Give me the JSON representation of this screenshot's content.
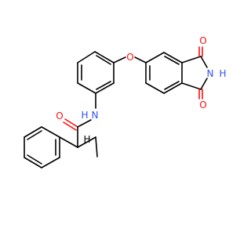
{
  "molecule": {
    "atom_labels": {
      "ether_oxygen": "O",
      "imide_oxygen_top": "O",
      "imide_nitrogen": "N",
      "imide_hydrogen": "H",
      "imide_oxygen_bottom": "O",
      "amide_nitrogen": "N",
      "amide_hydrogen": "H",
      "amide_oxygen": "O",
      "alpha_hydrogen": "H"
    },
    "colors": {
      "carbon_bond": "#000000",
      "oxygen": "#ff0d0d",
      "nitrogen": "#3050f8",
      "hydrogen": "#000000"
    }
  }
}
